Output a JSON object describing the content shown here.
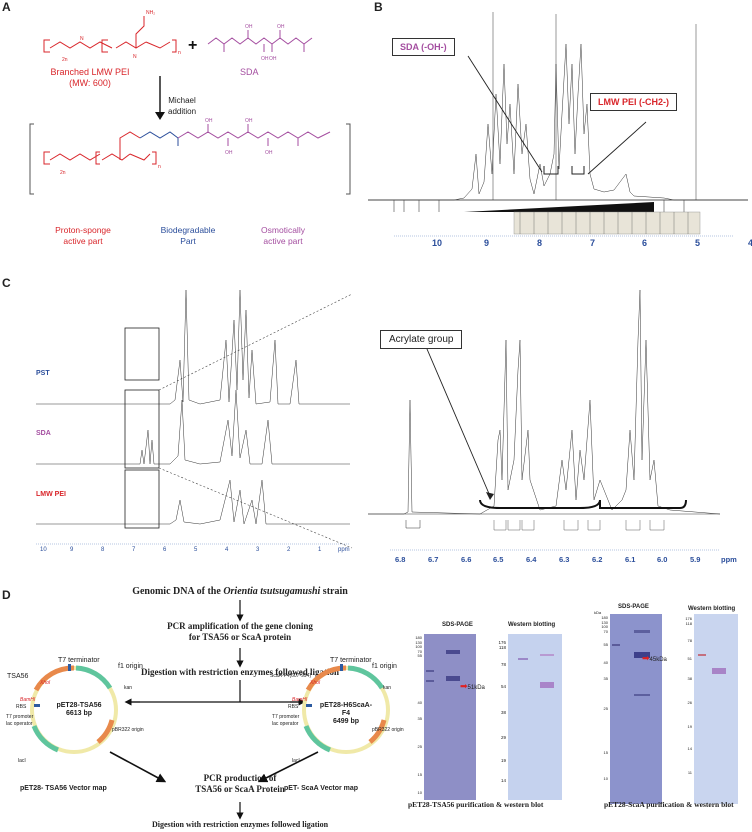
{
  "panels": {
    "a": "A",
    "b": "B",
    "c": "C",
    "d": "D"
  },
  "panel_a": {
    "reactant1_label": "Branched LMW PEI",
    "reactant1_sub": "(MW: 600)",
    "plus": "+",
    "reactant2_label": "SDA",
    "arrow_label_line1": "Michael",
    "arrow_label_line2": "addition",
    "part1_line1": "Proton-sponge",
    "part1_line2": "active part",
    "part2_line1": "Biodegradable",
    "part2_line2": "Part",
    "part3_line1": "Osmotically",
    "part3_line2": "active part",
    "colors": {
      "red": "#d9262b",
      "blue": "#2b4e9b",
      "purple": "#a44ea0"
    }
  },
  "panel_b": {
    "callout_sda": "SDA (-OH-)",
    "callout_pei": "LMW PEI (-CH2-)",
    "axis_ticks": [
      "10",
      "9",
      "8",
      "7",
      "6",
      "5",
      "4"
    ]
  },
  "panel_c": {
    "trace_labels": [
      "PST",
      "SDA",
      "LMW PEI"
    ],
    "axis_ticks_left": [
      "10",
      "9",
      "8",
      "7",
      "6",
      "5",
      "4",
      "3",
      "2",
      "1",
      "ppm"
    ],
    "callout_acrylate": "Acrylate group",
    "axis_ticks_right": [
      "6.8",
      "6.7",
      "6.6",
      "6.5",
      "6.4",
      "6.3",
      "6.2",
      "6.1",
      "6.0",
      "5.9",
      "ppm"
    ]
  },
  "panel_d": {
    "flow_step1_prefix": "Genomic DNA of  the ",
    "flow_step1_italic": "Orientia tsutsugamushi",
    "flow_step1_suffix": " strain",
    "flow_step2_line1": "PCR amplification of the gene cloning",
    "flow_step2_line2": "for TSA56 or ScaA protein",
    "flow_step3": "Digestion with restriction enzymes followed ligation",
    "flow_step4_line1": "PCR production of",
    "flow_step4_line2": "TSA56 or ScaA Protein",
    "flow_step5": "Digestion with restriction enzymes followed ligation",
    "plasmid1": {
      "name": "pET28-TSA56",
      "size": "6613 bp",
      "caption": "pET28- TSA56 Vector map",
      "labels": [
        "T7 terminator",
        "f1 origin",
        "TSA56",
        "XhoI",
        "BamHI",
        "RBS",
        "T7 promoter",
        "lac operator",
        "kan",
        "pBR322 origin",
        "lacI"
      ]
    },
    "plasmid2": {
      "name": "pET28-H6ScaA-F4",
      "size": "6499 bp",
      "caption": "pET- ScaA Vector map",
      "labels": [
        "T7 terminator",
        "f1 origin",
        "ScaA-F4(607-994)",
        "XhoI",
        "BamHI",
        "RBS",
        "T7 promoter",
        "lac operator",
        "kan",
        "pBR322 origin",
        "lacI"
      ]
    },
    "gel1": {
      "sds_title": "SDS-PAGE",
      "wb_title": "Western blotting",
      "band_label": "51kDa",
      "markers": [
        "180",
        "130",
        "100",
        "70",
        "55",
        "40",
        "35",
        "25",
        "15",
        "10"
      ],
      "wb_markers": [
        "176",
        "118",
        "78",
        "54",
        "38",
        "29",
        "19",
        "14"
      ],
      "caption": "pET28-TSA56 purification & western blot"
    },
    "gel2": {
      "sds_title": "SDS-PAGE",
      "wb_title": "Western blotting",
      "band_label": "45kDa",
      "kda": "kDa",
      "markers": [
        "180",
        "130",
        "100",
        "70",
        "55",
        "40",
        "35",
        "25",
        "15",
        "10"
      ],
      "wb_markers": [
        "176",
        "118",
        "78",
        "51",
        "38",
        "26",
        "19",
        "14",
        "11"
      ],
      "caption": "pET28-ScaA purification & western blot"
    }
  }
}
